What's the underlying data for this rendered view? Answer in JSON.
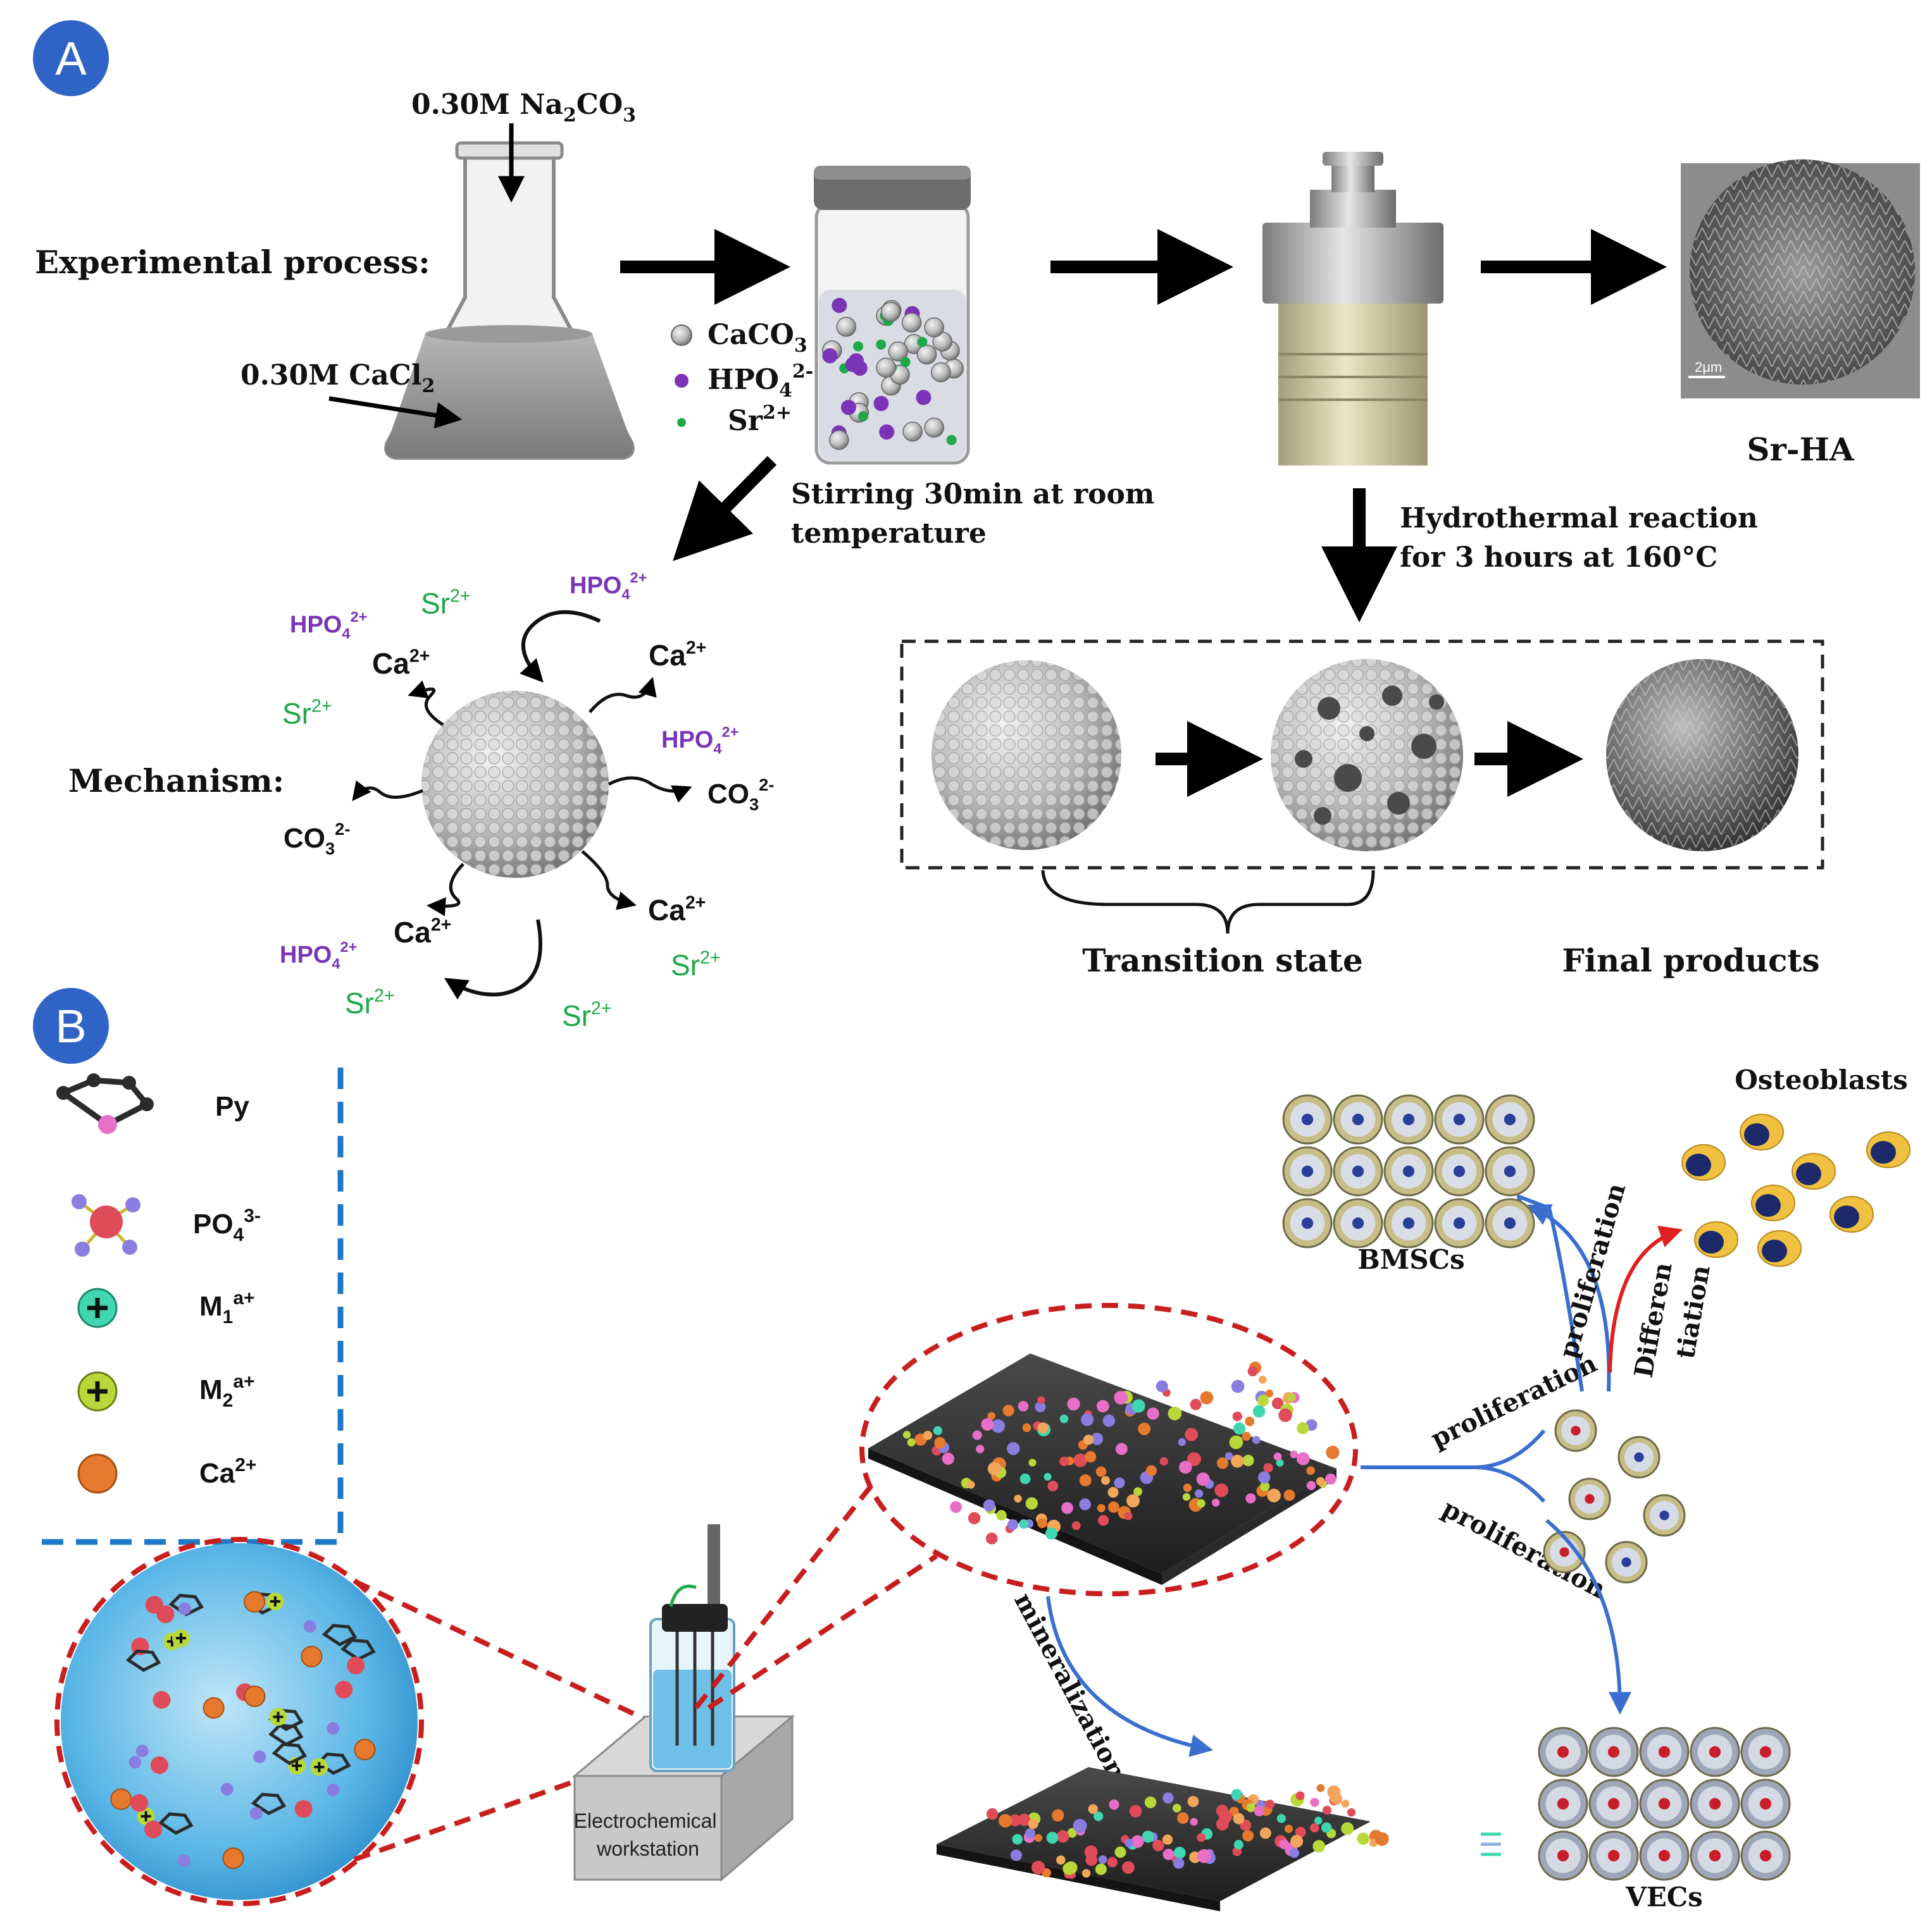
{
  "panels": {
    "a": "A",
    "b": "B"
  },
  "colors": {
    "badge": "#2f63c6",
    "green_ion": "#1fa84a",
    "purple_ion": "#7a34b8",
    "red_dash": "#c81e1e",
    "blue_dash": "#1e78c8",
    "blue_arrow": "#3a6fd0",
    "red_arrow": "#e02020"
  },
  "a": {
    "experimental_label": "Experimental process:",
    "reagent_top": {
      "base": "0.30M Na",
      "sub1": "2",
      "mid": "CO",
      "sub2": "3"
    },
    "reagent_left": {
      "base": "0.30M CaCl",
      "sub": "2"
    },
    "legend": {
      "caco3": {
        "base": "CaCO",
        "sub": "3"
      },
      "hpo4": {
        "base": "HPO",
        "sub": "4",
        "sup": "2-"
      },
      "sr": {
        "base": "Sr",
        "sup": "2+"
      }
    },
    "stirring": [
      "Stirring 30min at room",
      "temperature"
    ],
    "sem_scale": "2μm",
    "product": "Sr-HA",
    "hydrothermal": [
      "Hydrothermal reaction",
      "for 3 hours at 160°C"
    ],
    "mechanism_label": "Mechanism:",
    "ions": {
      "hpo4": {
        "base": "HPO",
        "sub": "4",
        "sup": "2+"
      },
      "sr": {
        "base": "Sr",
        "sup": "2+"
      },
      "ca": {
        "base": "Ca",
        "sup": "2+"
      },
      "co3": {
        "base": "CO",
        "sub": "3",
        "sup": "2-"
      }
    },
    "transition": "Transition state",
    "final": "Final products"
  },
  "b": {
    "legend": {
      "py": {
        "base": "Py"
      },
      "po4": {
        "base": "PO",
        "sub": "4",
        "sup": "3-"
      },
      "m1": {
        "base": "M",
        "sub": "1",
        "sup": "a+"
      },
      "m2": {
        "base": "M",
        "sub": "2",
        "sup": "a+"
      },
      "ca": {
        "base": "Ca",
        "sup": "2+"
      }
    },
    "workstation": [
      "Electrochemical",
      "workstation"
    ],
    "mineralization": "mineralization",
    "proliferation": "proliferation",
    "differentiation": [
      "Differen",
      "tiation"
    ],
    "bmscs": "BMSCs",
    "osteoblasts": "Osteoblasts",
    "vecs": "VECs"
  }
}
